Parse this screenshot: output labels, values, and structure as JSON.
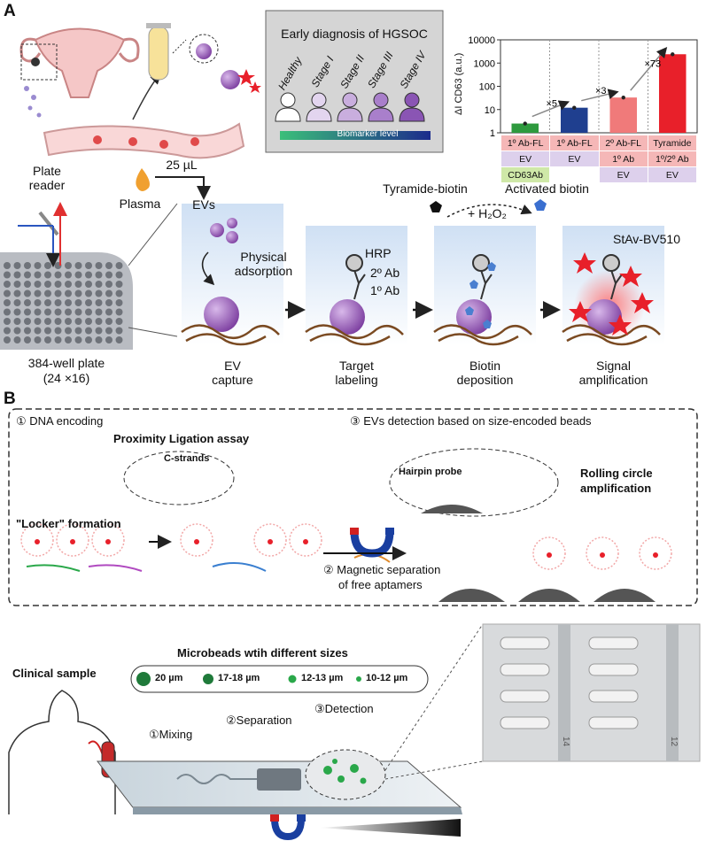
{
  "panel_a": {
    "letter": "A",
    "early_diagnosis": {
      "title": "Early diagnosis of HGSOC",
      "stages": [
        "Healthy",
        "Stage I",
        "Stage II",
        "Stage III",
        "Stage IV"
      ],
      "biomarker_label": "Biomarker level"
    },
    "workflow": {
      "plate_reader": "Plate reader",
      "volume": "25 µL",
      "plasma": "Plasma",
      "evs": "EVs",
      "physical_adsorption": "Physical adsorption",
      "hrp": "HRP",
      "ab2": "2º Ab",
      "ab1": "1º Ab",
      "tyramide_biotin": "Tyramide-biotin",
      "h2o2": "+ H₂O₂",
      "activated_biotin": "Activated biotin",
      "stav": "StAv-BV510",
      "plate_label": "384-well plate",
      "plate_dims": "(24 ×16)",
      "steps": [
        {
          "line1": "EV",
          "line2": "capture"
        },
        {
          "line1": "Target",
          "line2": "labeling"
        },
        {
          "line1": "Biotin",
          "line2": "deposition"
        },
        {
          "line1": "Signal",
          "line2": "amplification"
        }
      ]
    }
  },
  "chart_data": {
    "type": "bar",
    "ylabel": "ΔI CD63 (a.u.)",
    "yscale": "log",
    "ylim": [
      1,
      10000
    ],
    "yticks": [
      "10000",
      "1000",
      "100",
      "10",
      "1"
    ],
    "categories": [
      "1º Ab-FL",
      "1º Ab-FL",
      "2º Ab-FL",
      "Tyramide"
    ],
    "values": [
      2.5,
      12,
      33,
      2400
    ],
    "colors": [
      "#2e9a3e",
      "#1f3f8f",
      "#f07a7a",
      "#e8202a"
    ],
    "fold_labels": [
      "×5",
      "×3",
      "×73"
    ],
    "table_rows": [
      [
        "1º Ab-FL",
        "1º Ab-FL",
        "2º Ab-FL",
        "Tyramide"
      ],
      [
        "EV",
        "EV",
        "1º Ab",
        "1º/2º Ab"
      ],
      [
        "CD63Ab",
        "",
        "EV",
        "EV"
      ]
    ]
  },
  "panel_b": {
    "letter": "B",
    "step1": "① DNA encoding",
    "step3": "③ EVs detection based on size-encoded beads",
    "pla": "Proximity Ligation assay",
    "c_strands": "C-strands",
    "hairpin": "Hairpin probe",
    "rca_1": "Rolling circle",
    "rca_2": "amplification",
    "locker": "\"Locker\" formation",
    "step2_1": "② Magnetic separation",
    "step2_2": "of free aptamers",
    "microbeads_title": "Microbeads wtih different sizes",
    "beads": [
      "20 µm",
      "17-18 µm",
      "12-13 µm",
      "10-12 µm"
    ],
    "clinical": "Clinical sample",
    "mixing": "①Mixing",
    "separation": "②Separation",
    "detection": "③Detection",
    "chip_numbers": [
      "14",
      "12"
    ]
  },
  "colors": {
    "ev_purple": "#9a63b8",
    "chart_green": "#2e9a3e",
    "chart_blue": "#1f3f8f",
    "chart_pink": "#f07a7a",
    "chart_red": "#e8202a"
  }
}
